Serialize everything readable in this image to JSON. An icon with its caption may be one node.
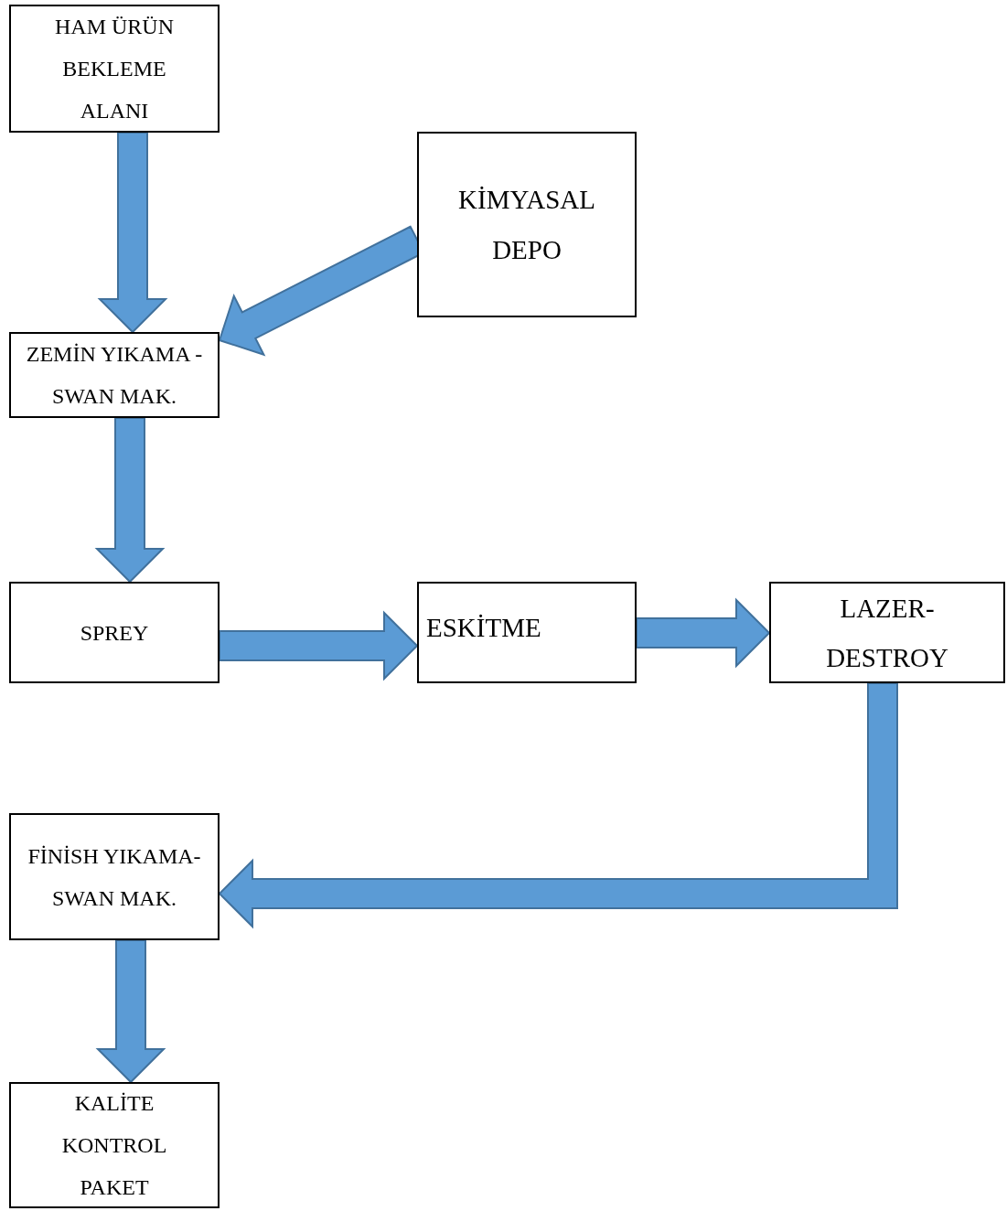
{
  "diagram": {
    "nodes": [
      {
        "text": [
          "HAM ÜRÜN BEKLEME ALANI"
        ]
      },
      {
        "text": [
          "KİMYASAL DEPO"
        ]
      },
      {
        "text": [
          "ZEMİN YIKAMA -SWAN MAK."
        ]
      },
      {
        "text": [
          "SPREY"
        ]
      },
      {
        "text": [
          "ESKİTME"
        ]
      },
      {
        "text": [
          "LAZER-DESTROY"
        ]
      },
      {
        "text": [
          "FİNİSH YIKAMA-SWAN MAK."
        ]
      },
      {
        "text": [
          "KALİTE KONTROL PAKET"
        ]
      }
    ],
    "edges": [
      {
        "from": 0,
        "to": 2,
        "arrow": "to"
      },
      {
        "from": 1,
        "to": 2,
        "arrow": "to"
      },
      {
        "from": 2,
        "to": 3,
        "arrow": "to"
      },
      {
        "from": 3,
        "to": 4,
        "arrow": "to"
      },
      {
        "from": 4,
        "to": 5,
        "arrow": "to"
      },
      {
        "from": 5,
        "to": 6,
        "arrow": "to"
      },
      {
        "from": 6,
        "to": 7,
        "arrow": "to"
      }
    ]
  }
}
